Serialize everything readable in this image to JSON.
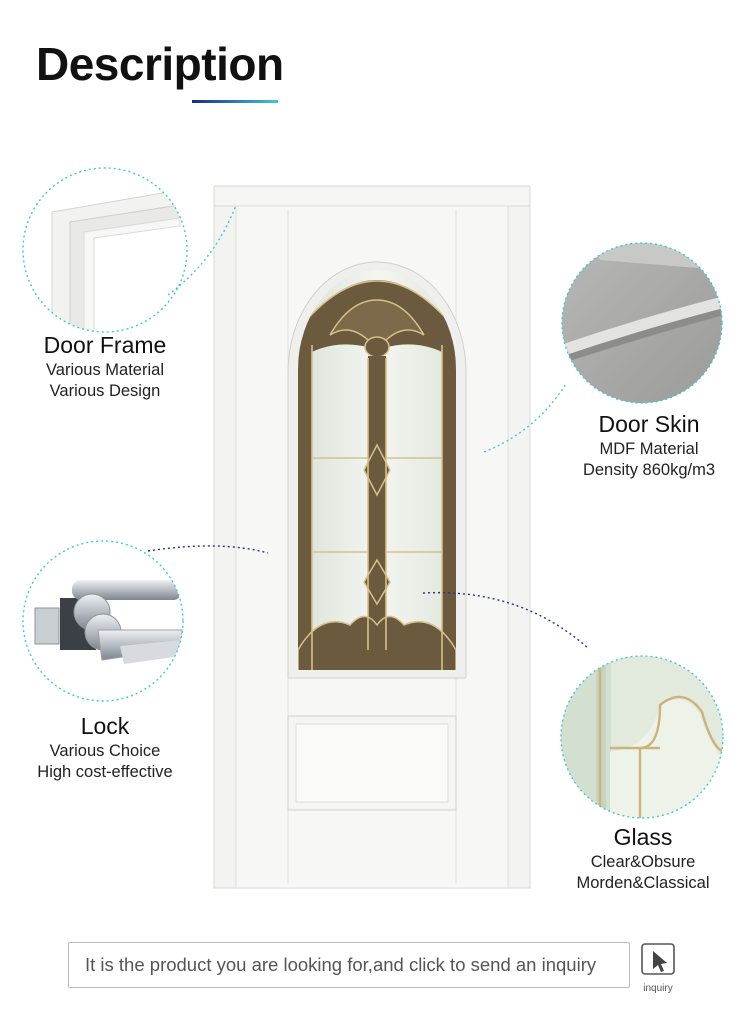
{
  "page": {
    "title": "Description"
  },
  "callouts": [
    {
      "id": "frame",
      "name": "Door Frame",
      "lines": [
        "Various Material",
        "Various Design"
      ]
    },
    {
      "id": "skin",
      "name": "Door Skin",
      "lines": [
        "MDF Material",
        "Density 860kg/m3"
      ]
    },
    {
      "id": "lock",
      "name": "Lock",
      "lines": [
        "Various Choice",
        "High cost-effective"
      ]
    },
    {
      "id": "glass",
      "name": "Glass",
      "lines": [
        "Clear&Obsure",
        "Morden&Classical"
      ]
    }
  ],
  "inquiry": {
    "text": "It is the product you are looking for,and click to send an inquiry",
    "button_label": "inquiry",
    "icon": "cursor-pointer-icon"
  },
  "colors": {
    "accent_dark": "#1a2a8c",
    "accent_light": "#3fc8d6",
    "door_white": "#f6f6f4",
    "leaded_glass_bronze": "#6b5a3e"
  }
}
